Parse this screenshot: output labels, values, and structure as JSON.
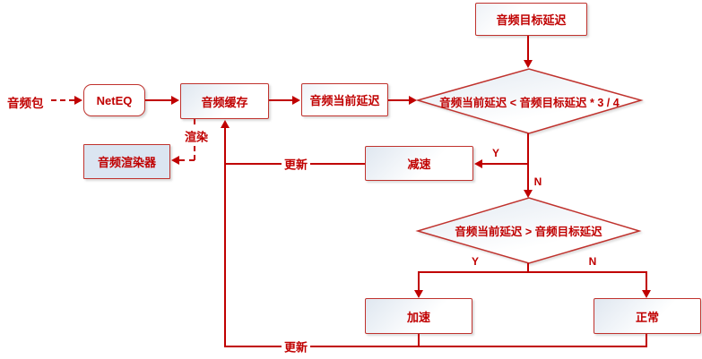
{
  "diagram": {
    "nodes": {
      "audio_packet": {
        "label": "音频包"
      },
      "neteq": {
        "label": "NetEQ"
      },
      "audio_buffer": {
        "label": "音频缓存"
      },
      "audio_current_delay": {
        "label": "音频当前延迟"
      },
      "audio_target_delay": {
        "label": "音频目标延迟"
      },
      "decision_less": {
        "label": "音频当前延迟 < 音频目标延迟 * 3 / 4"
      },
      "slow_down": {
        "label": "减速"
      },
      "audio_renderer": {
        "label": "音频渲染器"
      },
      "decision_greater": {
        "label": "音频当前延迟 > 音频目标延迟"
      },
      "speed_up": {
        "label": "加速"
      },
      "normal": {
        "label": "正常"
      }
    },
    "edge_labels": {
      "yes": "Y",
      "no": "N",
      "update": "更新",
      "render": "渲染"
    },
    "colors": {
      "line": "#c00000",
      "border": "#c0322d",
      "text": "#c00000",
      "renderer_fill": "#dbe5f1",
      "gradient_from": "#dfe7f0",
      "gradient_to": "#ffffff",
      "background": "#ffffff"
    }
  }
}
